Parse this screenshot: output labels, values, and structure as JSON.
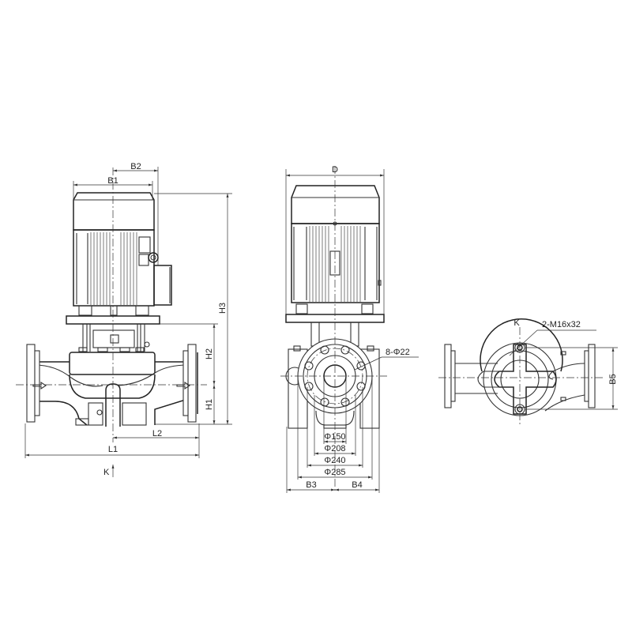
{
  "drawing": {
    "subject": "Vertical inline centrifugal pump – outline dimension drawing",
    "views": [
      {
        "id": "front-view",
        "labels": {
          "b1": "B1",
          "b2": "B2",
          "h1": "H1",
          "h2": "H2",
          "h3": "H3",
          "l1": "L1",
          "l2": "L2",
          "k_arrow": "K"
        }
      },
      {
        "id": "side-view",
        "labels": {
          "d": "D",
          "bolt_holes": "8-Φ22",
          "phi150": "Φ150",
          "phi208": "Φ208",
          "phi240": "Φ240",
          "phi285": "Φ285",
          "b3": "B3",
          "b4": "B4"
        }
      },
      {
        "id": "bottom-view-k",
        "labels": {
          "k": "K",
          "mount_bolts": "2-M16x32",
          "b5": "B5"
        }
      }
    ],
    "line_color": "#333333",
    "background": "#ffffff"
  }
}
